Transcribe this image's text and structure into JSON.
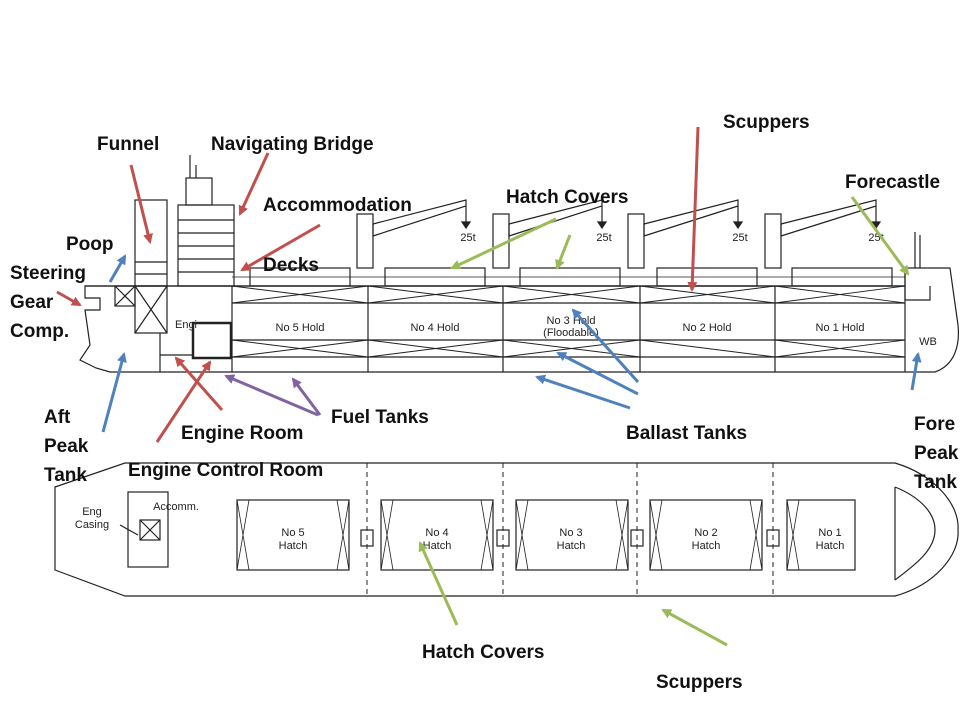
{
  "labels": {
    "funnel": "Funnel",
    "navigating_bridge": "Navigating Bridge",
    "accommodation": "Accommodation",
    "decks": "Decks",
    "poop": "Poop",
    "steering_gear": [
      "Steering",
      "Gear",
      "Comp."
    ],
    "aft_peak_tank": [
      "Aft",
      "Peak",
      "Tank"
    ],
    "engine_room": "Engine Room",
    "engine_control_room": "Engine Control Room",
    "fuel_tanks": "Fuel Tanks",
    "ballast_tanks": "Ballast Tanks",
    "fore_peak_tank": [
      "Fore",
      "Peak",
      "Tank"
    ],
    "scuppers_top": "Scuppers",
    "forecastle": "Forecastle",
    "hatch_covers_top": "Hatch Covers",
    "hatch_covers_bottom": "Hatch Covers",
    "scuppers_bottom": "Scuppers"
  },
  "profile": {
    "holds": [
      "No 5 Hold",
      "No 4 Hold",
      "No 3 Hold",
      "No 2 Hold",
      "No 1 Hold"
    ],
    "floodable_note": "(Floodable)",
    "crane_capacity": "25t",
    "engine_text": "Engi",
    "wb": "WB"
  },
  "plan": {
    "eng_casing": [
      "Eng",
      "Casing"
    ],
    "accomm": "Accomm.",
    "hatches": [
      [
        "No 5",
        "Hatch"
      ],
      [
        "No 4",
        "Hatch"
      ],
      [
        "No 3",
        "Hatch"
      ],
      [
        "No 2",
        "Hatch"
      ],
      [
        "No 1",
        "Hatch"
      ]
    ]
  },
  "colors": {
    "red": "#c0504d",
    "blue": "#4f81bd",
    "green": "#9bbb59",
    "purple": "#8064a2",
    "line": "#222222"
  }
}
